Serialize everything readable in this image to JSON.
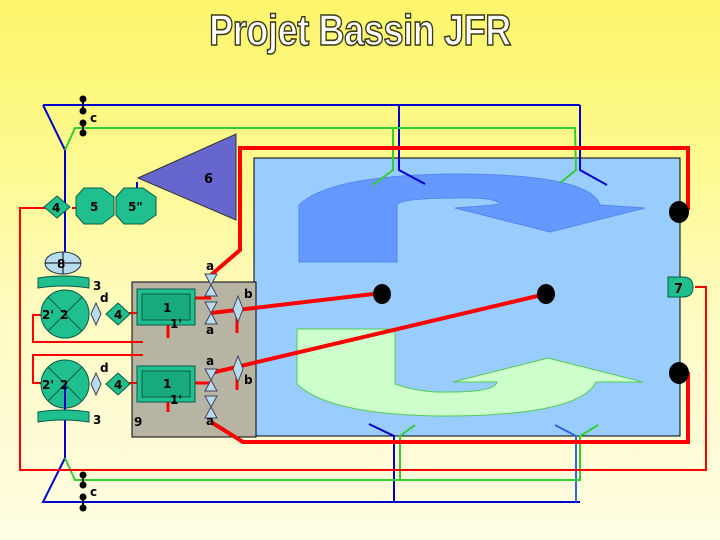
{
  "title": "Projet Bassin JFR",
  "colors": {
    "background_top": "#fdf66b",
    "background_bottom": "#fffde4",
    "pool": "#99ccff",
    "equipment": "#1fbf8f",
    "filter_room": "#b8b4a4",
    "pump_house_triangle": "#6666cc",
    "pipe_return": "#ff0000",
    "pipe_blue": "#0000cc",
    "pipe_green": "#33cc33",
    "arrow_top": "#6699ff",
    "arrow_bottom": "#ccffcc"
  },
  "labels": {
    "filter_top": "1",
    "filter_top_sub": "1'",
    "filter_bottom": "1",
    "filter_bottom_sub": "1'",
    "pump_top": "2",
    "pump_top_sub": "2'",
    "pump_bottom": "2",
    "pump_bottom_sub": "2'",
    "prefilter_top": "3",
    "prefilter_bottom": "3",
    "valve_4_top": "4",
    "valve_4_mid": "4",
    "valve_4_bottom": "4",
    "unit_5": "5",
    "unit_5b": "5\"",
    "tank_6": "6",
    "skimmer_7": "7",
    "meter_8": "8",
    "filter_room_9": "9",
    "valve_a": "a",
    "valve_b": "b",
    "valve_c": "c",
    "valve_d": "d"
  }
}
